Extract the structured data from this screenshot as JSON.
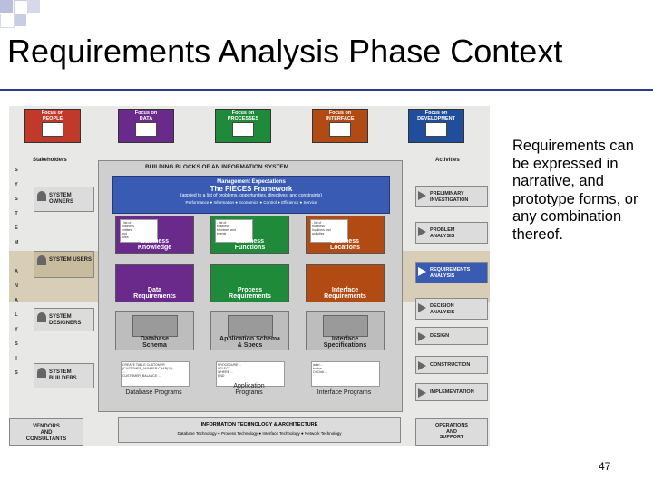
{
  "slide": {
    "title": "Requirements Analysis Phase Context",
    "side_text": "Requirements can be expressed in narrative, and prototype forms, or any combination thereof.",
    "page_number": "47"
  },
  "figure": {
    "title": "BUILDING BLOCKS OF AN INFORMATION SYSTEM",
    "stakeholders_label": "Stakeholders",
    "activities_label": "Activities",
    "focus": [
      "Focus on\nPEOPLE",
      "Focus on\nDATA",
      "Focus on\nPROCESSES",
      "Focus on\nINTERFACE",
      "Focus on\nDEVELOPMENT"
    ],
    "vertical_letters": [
      "S",
      "Y",
      "S",
      "T",
      "E",
      "M",
      "A",
      "N",
      "A",
      "L",
      "Y",
      "S",
      "I",
      "S"
    ],
    "stakeholders": [
      "SYSTEM\nOWNERS",
      "SYSTEM\nUSERS",
      "SYSTEM\nDESIGNERS",
      "SYSTEM\nBUILDERS",
      "VENDORS\nAND\nCONSULTANTS"
    ],
    "activities": [
      "PRELIMINARY\nINVESTIGATION",
      "PROBLEM\nANALYSIS",
      "REQUIREMENTS\nANALYSIS",
      "DECISION\nANALYSIS",
      "DESIGN",
      "CONSTRUCTION",
      "IMPLEMENTATION",
      "OPERATIONS\nAND\nSUPPORT"
    ],
    "management": {
      "line1": "Management Expectations",
      "line2": "The PIECES Framework",
      "line3": "(applied to a list of problems, opportunities, directives, and constraints)",
      "pieces": "Performance  ●  Information  ●  Economics  ●  Control  ●  Efficiency  ●  Service"
    },
    "owner_cells": [
      {
        "label": "Business\nKnowledge",
        "note": "- list of\n  business\n  entities\n  and\n  rules"
      },
      {
        "label": "Business\nFunctions",
        "note": "- list of\n  business\n  functions and\n  events"
      },
      {
        "label": "Business\nLocations",
        "note": "- list of\n  business\n  locations and\n  activities"
      }
    ],
    "user_cells": [
      {
        "label": "Data\nRequirements"
      },
      {
        "label": "Process\nRequirements"
      },
      {
        "label": "Interface\nRequirements"
      }
    ],
    "designer_cells": [
      {
        "label": "Database\nSchema"
      },
      {
        "label": "Application Schema\n& Specs"
      },
      {
        "label": "Interface\nSpecifications"
      }
    ],
    "builder_cells": [
      {
        "label": "Database Programs",
        "note": "CREATE TABLE CUSTOMER\n(CUSTOMER_NUMBER CHAR(10)\n...\nCUSTOMER_BALANCE ..."
      },
      {
        "label": "Application\nPrograms",
        "note": "PROCEDURE ...\nSELECT ...\nWHERE ...\nEND"
      },
      {
        "label": "Interface Programs",
        "note": "label ...\nbutton ...\nOnClick ..."
      }
    ],
    "bottom_title": "INFORMATION TECHNOLOGY & ARCHITECTURE",
    "bottom_tech": "Database Technology ● Process Technology ● Interface Technology ● Network Technology",
    "colors": {
      "people": "#c0392b",
      "data": "#6a2a8c",
      "processes": "#1f8a3a",
      "interface": "#b24a14",
      "development": "#1f4f9c",
      "requirements_band": "#d8cdb6"
    }
  }
}
